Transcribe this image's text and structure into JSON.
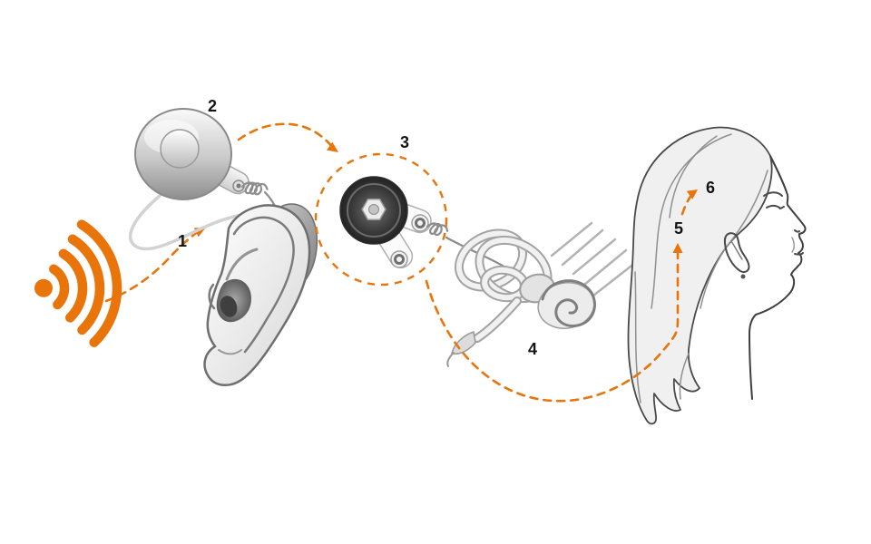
{
  "labels": {
    "step1": "1",
    "step2": "2",
    "step3": "3",
    "step4": "4",
    "step5": "5",
    "step6": "6"
  },
  "colors": {
    "accent": "#E8740A",
    "ink": "#141414",
    "grey_dark": "#3a3a3a",
    "grey_mid": "#9a9a9a",
    "grey_light": "#ececec",
    "background": "#ffffff"
  },
  "icons": {
    "sound_source": "sound-waves-icon",
    "processor": "sound-processor-coil-icon",
    "ear": "outer-ear-icon",
    "implant": "cochlear-implant-icon",
    "cochlea": "inner-ear-cochlea-icon",
    "head": "woman-head-profile-icon",
    "flow": "dashed-arrow-flow"
  }
}
